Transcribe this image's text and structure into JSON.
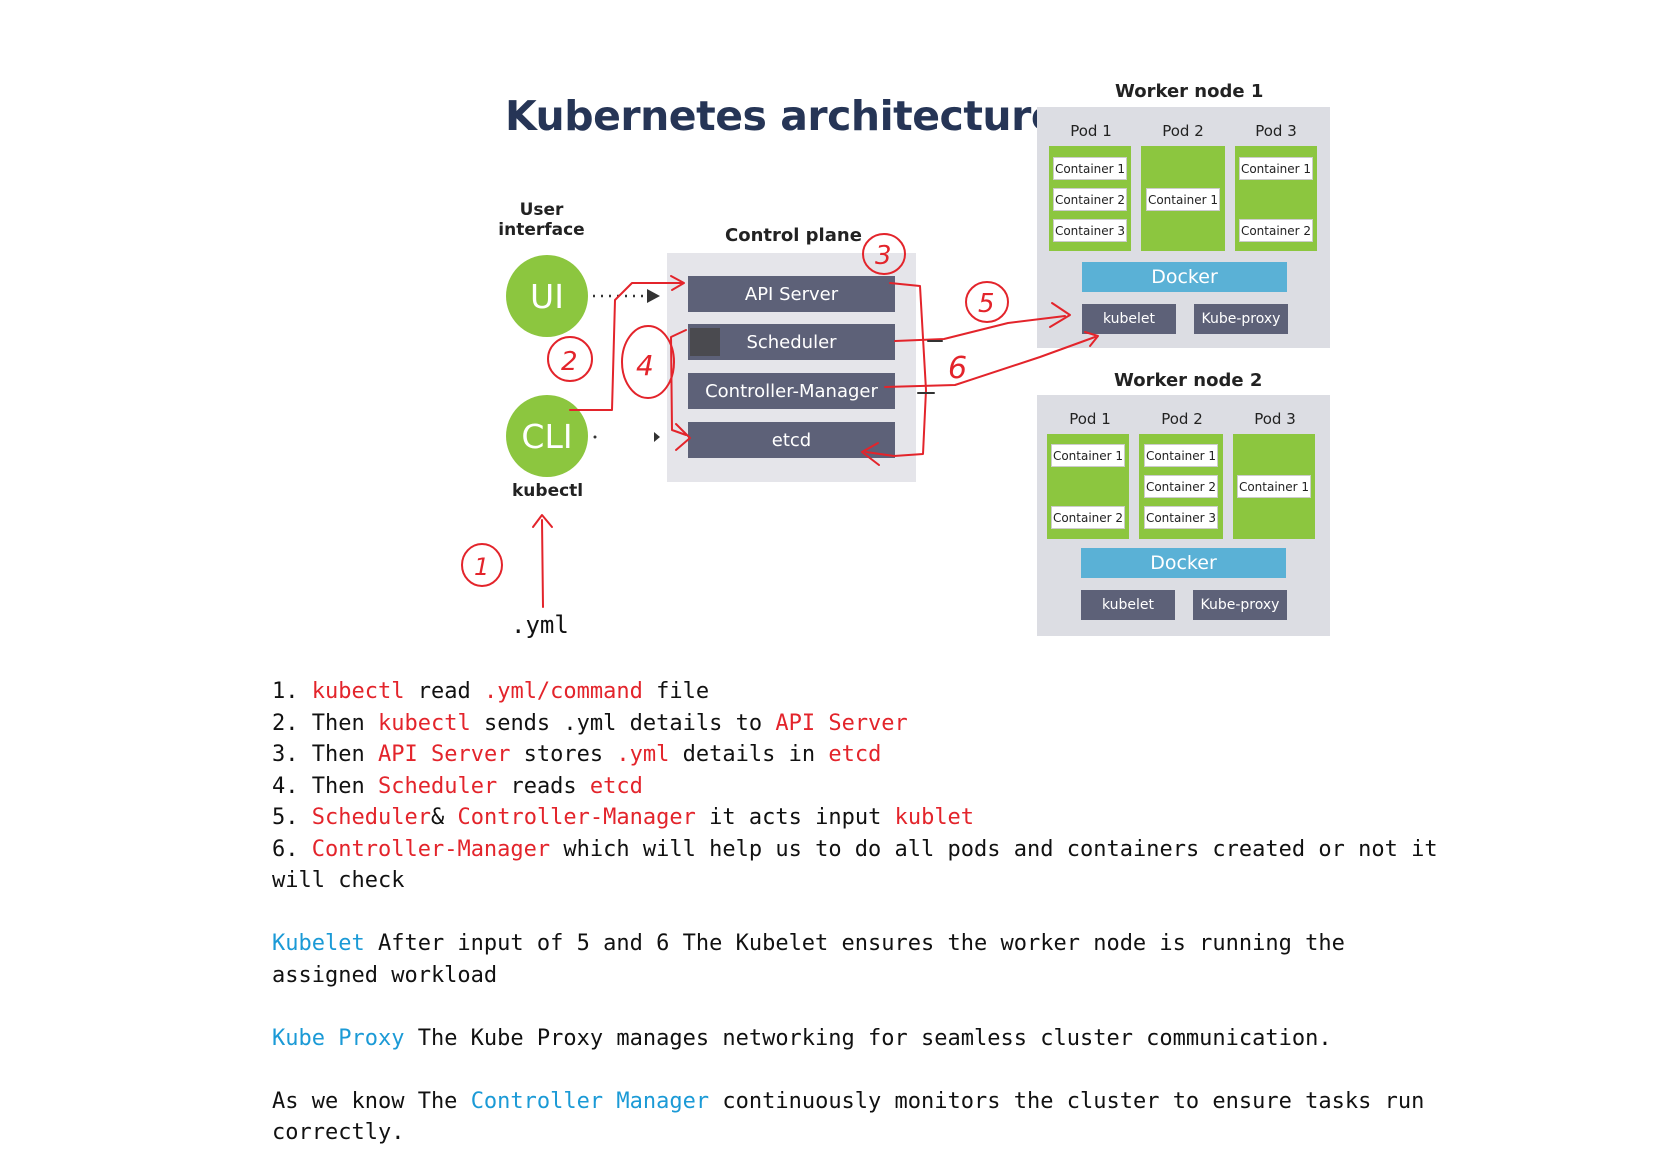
{
  "title": "Kubernetes architecture",
  "user_interface_label": "User\ninterface",
  "ui_circle": "UI",
  "cli_circle": "CLI",
  "kubectl_label": "kubectl",
  "yml_label": ".yml",
  "control_plane": {
    "label": "Control plane",
    "components": [
      "API Server",
      "Scheduler",
      "Controller-Manager",
      "etcd"
    ]
  },
  "worker_nodes": [
    {
      "label": "Worker node 1",
      "pods": [
        {
          "label": "Pod 1",
          "containers": [
            "Container 1",
            "Container 2",
            "Container 3"
          ]
        },
        {
          "label": "Pod 2",
          "containers": [
            "Container 1"
          ]
        },
        {
          "label": "Pod 3",
          "containers": [
            "Container 1",
            "Container 2"
          ]
        }
      ],
      "docker": "Docker",
      "kubelet": "kubelet",
      "kube_proxy": "Kube-proxy"
    },
    {
      "label": "Worker node 2",
      "pods": [
        {
          "label": "Pod 1",
          "containers": [
            "Container 1",
            "Container 2"
          ]
        },
        {
          "label": "Pod 2",
          "containers": [
            "Container 1",
            "Container 2",
            "Container 3"
          ]
        },
        {
          "label": "Pod 3",
          "containers": [
            "Container 1"
          ]
        }
      ],
      "docker": "Docker",
      "kubelet": "kubelet",
      "kube_proxy": "Kube-proxy"
    }
  ],
  "annotations": [
    "1",
    "2",
    "3",
    "4",
    "5",
    "6"
  ],
  "steps": [
    {
      "n": "1.",
      "parts": [
        [
          "r",
          "kubectl"
        ],
        [
          "k",
          " read "
        ],
        [
          "r",
          ".yml/command"
        ],
        [
          "k",
          " file"
        ]
      ]
    },
    {
      "n": "2.",
      "parts": [
        [
          "k",
          "Then "
        ],
        [
          "r",
          "kubectl"
        ],
        [
          "k",
          " sends .yml details to "
        ],
        [
          "r",
          "API Server"
        ]
      ]
    },
    {
      "n": "3.",
      "parts": [
        [
          "k",
          "Then "
        ],
        [
          "r",
          "API Server"
        ],
        [
          "k",
          " stores "
        ],
        [
          "r",
          ".yml"
        ],
        [
          "k",
          " details in "
        ],
        [
          "r",
          "etcd"
        ]
      ]
    },
    {
      "n": "4.",
      "parts": [
        [
          "k",
          "Then "
        ],
        [
          "r",
          "Scheduler"
        ],
        [
          "k",
          " reads "
        ],
        [
          "r",
          "etcd"
        ]
      ]
    },
    {
      "n": "5.",
      "parts": [
        [
          "r",
          "Scheduler"
        ],
        [
          "k",
          "& "
        ],
        [
          "r",
          "Controller-Manager"
        ],
        [
          "k",
          " it acts input "
        ],
        [
          "r",
          "kublet"
        ]
      ]
    },
    {
      "n": "6.",
      "parts": [
        [
          "r",
          "Controller-Manager"
        ],
        [
          "k",
          " which will help us to do all pods and containers created or not it"
        ]
      ]
    }
  ],
  "step6_continued": "will check",
  "kubelet_note": {
    "term": "Kubelet",
    "line1": " After input of 5 and 6 The Kubelet ensures the worker node is running the",
    "line2": "assigned workload"
  },
  "kube_proxy_note": {
    "term": "Kube Proxy",
    "text": " The Kube Proxy manages networking for seamless cluster communication."
  },
  "controller_note": {
    "before": "As we know The ",
    "term": "Controller Manager",
    "after": " continuously monitors the cluster to ensure tasks run",
    "line2": "correctly."
  },
  "colors": {
    "green": "#8cc63f",
    "bar": "#5d6178",
    "docker": "#5ab1d6",
    "annotation": "#e3242b",
    "term_blue": "#1b9ad6",
    "title": "#263556"
  }
}
